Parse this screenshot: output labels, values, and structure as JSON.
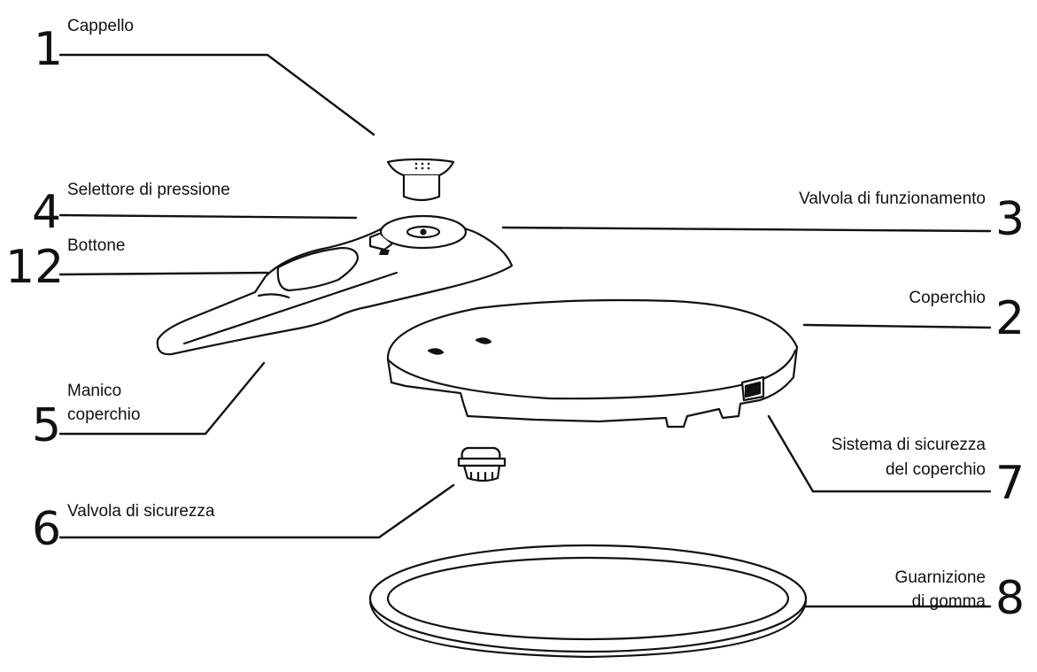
{
  "parts": [
    {
      "number": "1",
      "label": "Cappello"
    },
    {
      "number": "2",
      "label": "Coperchio"
    },
    {
      "number": "3",
      "label": "Valvola di funzionamento"
    },
    {
      "number": "4",
      "label": "Selettore di pressione"
    },
    {
      "number": "5",
      "label_line1": "Manico",
      "label_line2": "coperchio"
    },
    {
      "number": "6",
      "label": "Valvola di sicurezza"
    },
    {
      "number": "7",
      "label_line1": "Sistema di sicurezza",
      "label_line2": "del coperchio"
    },
    {
      "number": "8",
      "label_line1": "Guarnizione",
      "label_line2": "di gomma"
    },
    {
      "number": "12",
      "label": "Bottone"
    }
  ],
  "colors": {
    "line": "#111111",
    "fill": "#ffffff",
    "background": "#ffffff"
  }
}
